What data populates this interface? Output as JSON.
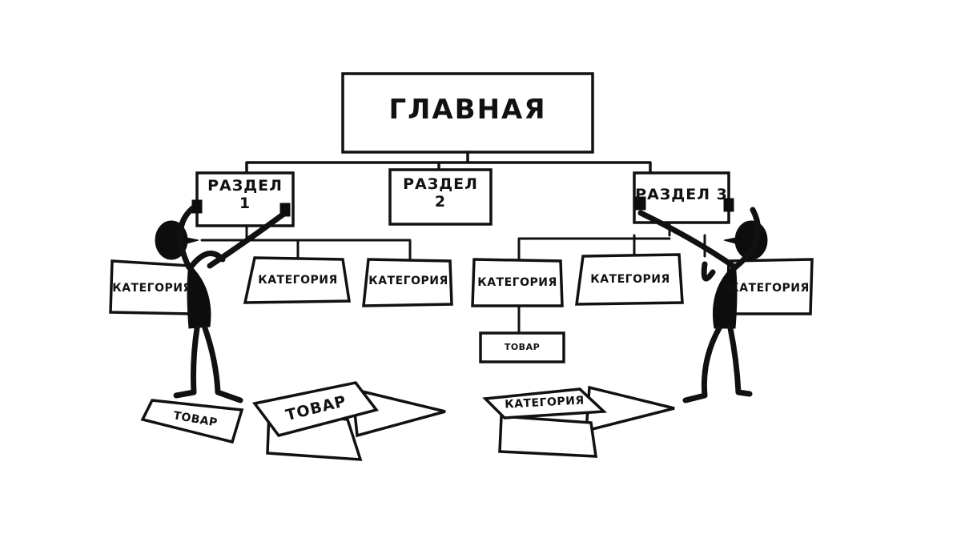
{
  "diagram": {
    "root": {
      "label": "ГЛАВНАЯ"
    },
    "sections": [
      {
        "line1": "РАЗДЕЛ",
        "line2": "1"
      },
      {
        "line1": "РАЗДЕЛ",
        "line2": "2"
      },
      {
        "line1": "РАЗДЕЛ 3",
        "line2": ""
      }
    ],
    "categories": [
      "КАТЕГОРИЯ",
      "КАТЕГОРИЯ",
      "КАТЕГОРИЯ",
      "КАТЕГОРИЯ",
      "КАТЕГОРИЯ",
      "КАТЕГОРИЯ"
    ],
    "product": {
      "label": "ТОВАР"
    },
    "floor_papers": [
      {
        "label": "ТОВАР"
      },
      {
        "label": "ТОВАР"
      },
      {
        "label": "КАТЕГОРИЯ"
      }
    ]
  }
}
